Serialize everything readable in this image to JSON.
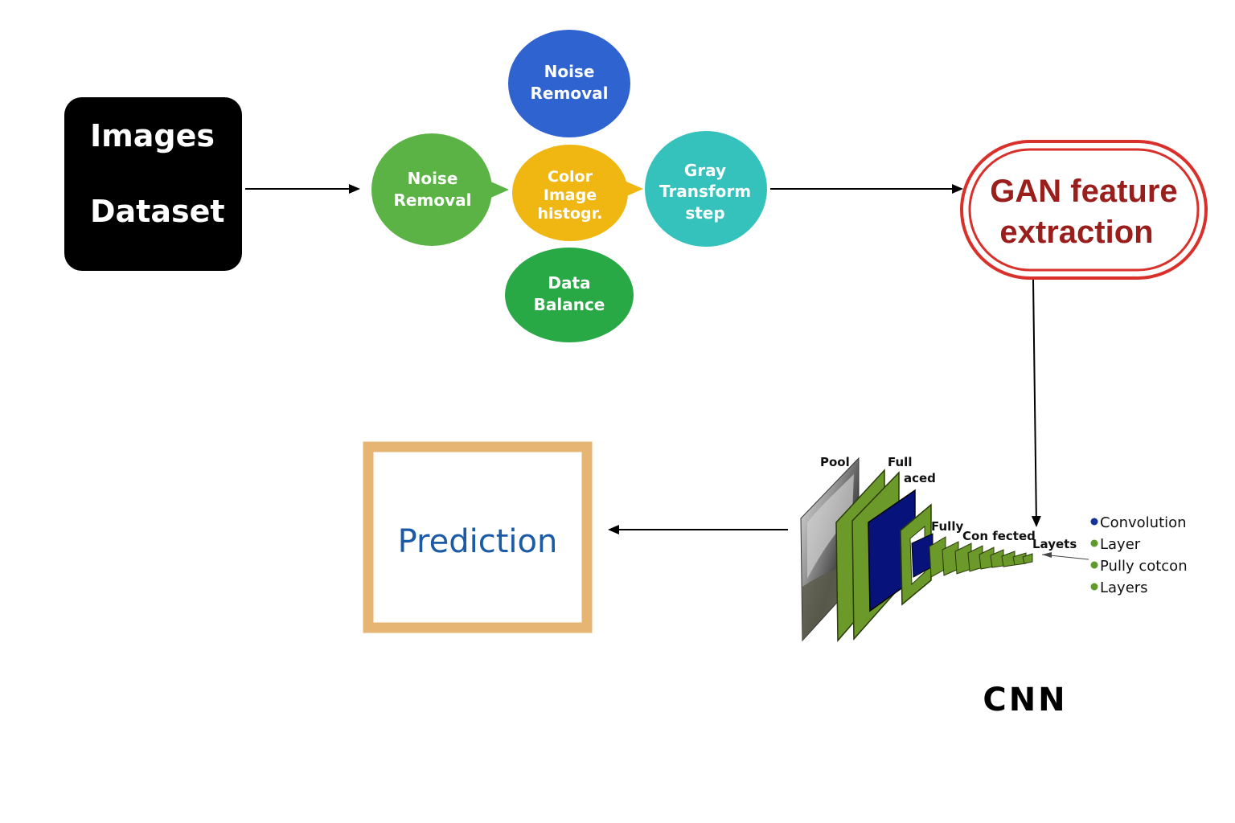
{
  "source": {
    "line1": "Images",
    "line2": "Dataset"
  },
  "preprocessing": {
    "top": {
      "line1": "Noise",
      "line2": "Removal",
      "color": "#2f63d0"
    },
    "left": {
      "line1": "Noise",
      "line2": "Removal",
      "color": "#5cb345"
    },
    "center": {
      "line1": "Color",
      "line2": "Image",
      "line3": "histogr.",
      "color": "#f0b612"
    },
    "right": {
      "line1": "Gray",
      "line2": "Transform",
      "line3": "step",
      "color": "#36c2bc"
    },
    "bottom": {
      "line1": "Data",
      "line2": "Balance",
      "color": "#29a846"
    }
  },
  "gan": {
    "line1": "GAN feature",
    "line2": "extraction",
    "text_color": "#9a1f1c",
    "border_color": "#d9302b"
  },
  "prediction": {
    "label": "Prediction",
    "text_color": "#1a5aa6",
    "border_color": "#e6b574"
  },
  "cnn": {
    "title": "CNN",
    "labels": {
      "pool": "Pool",
      "full": "Full",
      "aced": "aced",
      "fully": "Fully",
      "confected": "Con fected",
      "layets": "Layets"
    },
    "legend": [
      {
        "label": "Convolution",
        "color": "#16339a"
      },
      {
        "label": "Layer",
        "color": "#5f9a2a"
      },
      {
        "label": "Pully cotcon",
        "color": "#5f9a2a"
      },
      {
        "label": "Layers",
        "color": "#5f9a2a"
      }
    ],
    "layer_colors": {
      "green": "#6b9a2a",
      "blue": "#07137a"
    }
  }
}
